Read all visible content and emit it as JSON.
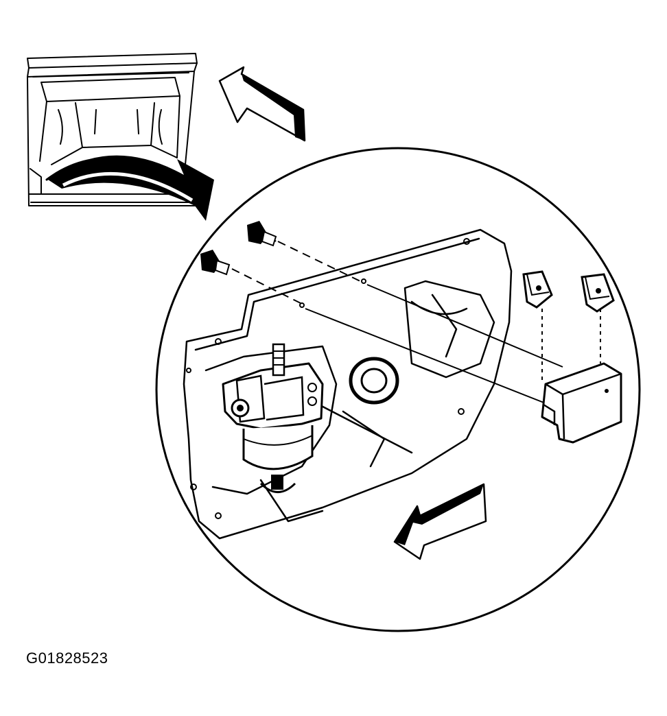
{
  "figure": {
    "id_label": "G01828523"
  },
  "colors": {
    "ink": "#000000",
    "paper": "#ffffff"
  },
  "parts": [
    "vehicle-cargo-locator-icon",
    "view-direction-arrow-icon",
    "detail-circle",
    "mounting-panel",
    "bolt",
    "clip-nut",
    "solenoid-assembly",
    "bracket-module",
    "installation-direction-arrow-icon"
  ]
}
